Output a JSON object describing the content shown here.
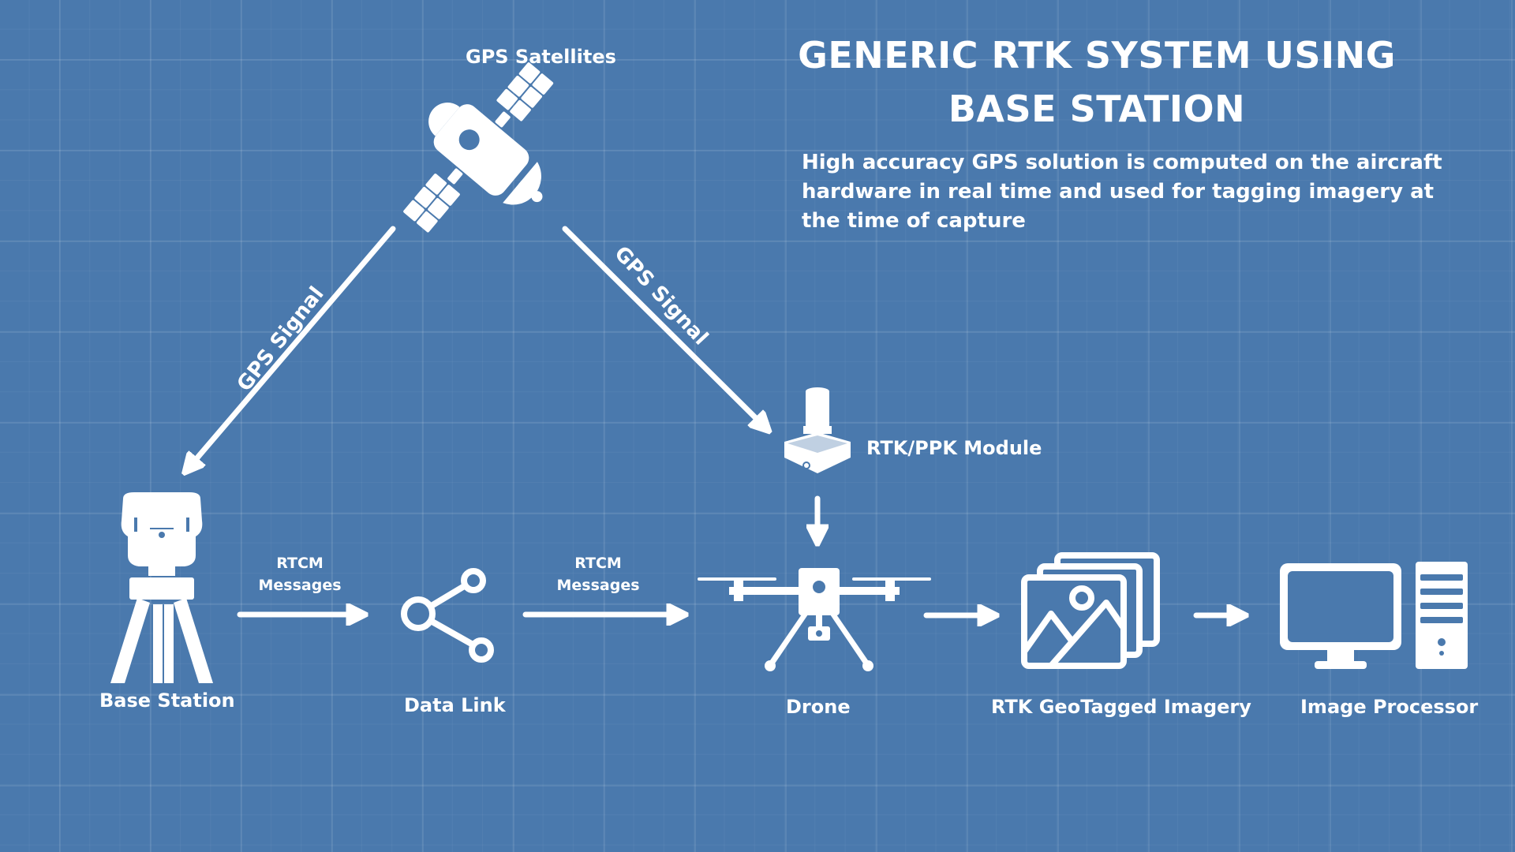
{
  "diagram": {
    "title_line1": "GENERIC RTK SYSTEM USING",
    "title_line2": "BASE STATION",
    "description": "High accuracy GPS solution is computed on the aircraft hardware in real time and used for tagging imagery at the time of capture",
    "background_color": "#4a79ad",
    "foreground_color": "#ffffff",
    "nodes": {
      "satellites": {
        "label": "GPS Satellites",
        "icon": "satellite-icon"
      },
      "base_station": {
        "label": "Base Station",
        "icon": "gnss-base-tripod-icon"
      },
      "data_link": {
        "label": "Data Link",
        "icon": "share-network-icon"
      },
      "rtk_module": {
        "label": "RTK/PPK Module",
        "icon": "rtk-module-icon"
      },
      "drone": {
        "label": "Drone",
        "icon": "quadcopter-drone-icon"
      },
      "imagery": {
        "label": "RTK GeoTagged Imagery",
        "icon": "image-stack-icon"
      },
      "processor": {
        "label": "Image Processor",
        "icon": "desktop-computer-icon"
      }
    },
    "edges": {
      "gps_signal_left": "GPS Signal",
      "gps_signal_right": "GPS Signal",
      "rtcm_1_line1": "RTCM",
      "rtcm_1_line2": "Messages",
      "rtcm_2_line1": "RTCM",
      "rtcm_2_line2": "Messages"
    }
  }
}
